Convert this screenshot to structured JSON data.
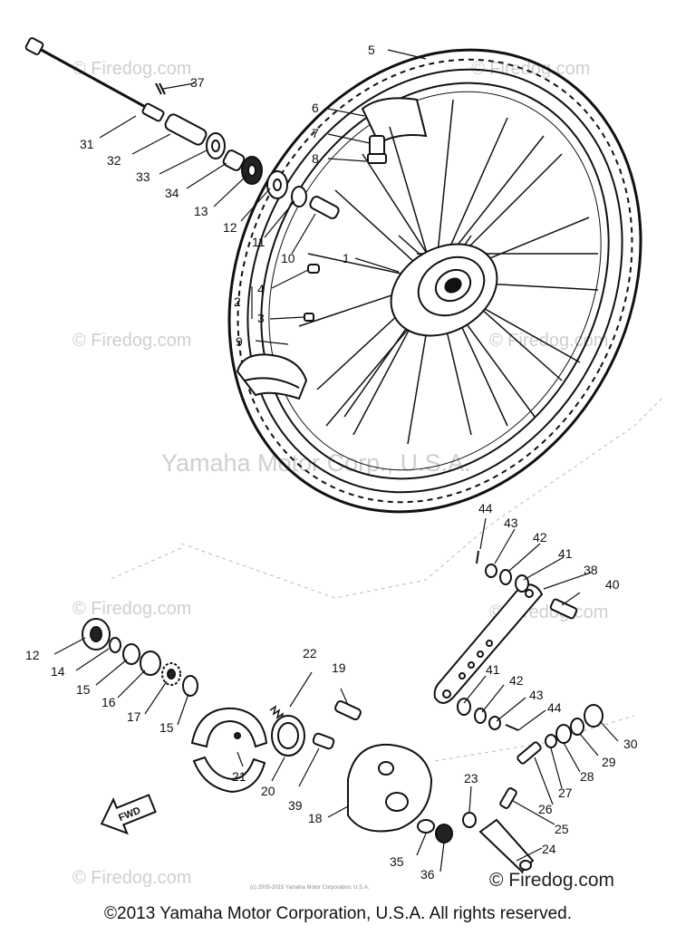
{
  "watermarks": {
    "firedog": "© Firedog.com",
    "center": "Yamaha Motor Corp., U.S.A."
  },
  "callouts": {
    "c1": "1",
    "c2": "2",
    "c3": "3",
    "c4": "4",
    "c5": "5",
    "c6": "6",
    "c7": "7",
    "c8": "8",
    "c9": "9",
    "c10": "10",
    "c11": "11",
    "c12": "12",
    "c13": "13",
    "c14": "14",
    "c15": "15",
    "c16": "16",
    "c17": "17",
    "c18": "18",
    "c19": "19",
    "c20": "20",
    "c21": "21",
    "c22": "22",
    "c23": "23",
    "c24": "24",
    "c25": "25",
    "c26": "26",
    "c27": "27",
    "c28": "28",
    "c29": "29",
    "c30": "30",
    "c31": "31",
    "c32": "32",
    "c33": "33",
    "c34": "34",
    "c35": "35",
    "c36": "36",
    "c37": "37",
    "c38": "38",
    "c39": "39",
    "c40": "40",
    "c41": "41",
    "c42": "42",
    "c43": "43",
    "c44": "44"
  },
  "small_copyright": "(c) 2005-2015 Yamaha Motor Corporation, U.S.A.",
  "brand": "© Firedog.com",
  "footer": "©2013 Yamaha Motor Corporation, U.S.A. All rights reserved."
}
